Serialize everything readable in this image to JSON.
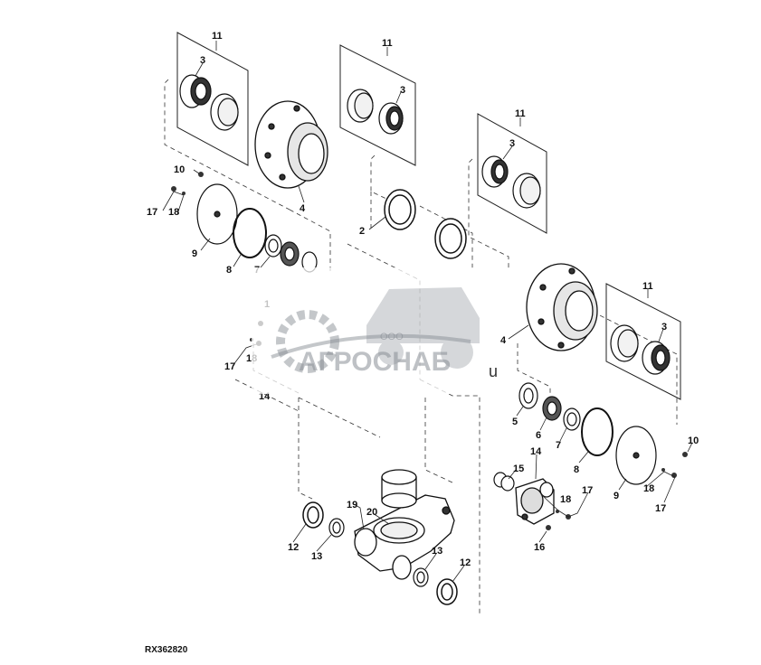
{
  "diagram": {
    "figure_ref": "RX362820",
    "callout_labels": [
      "1",
      "2",
      "3",
      "4",
      "5",
      "6",
      "7",
      "8",
      "9",
      "10",
      "11",
      "12",
      "13",
      "14",
      "15",
      "16",
      "17",
      "18",
      "19",
      "20"
    ]
  },
  "watermark": {
    "company_prefix": "ООО",
    "company_name": "АГРОСНАБ",
    "suffix": "u"
  },
  "colors": {
    "line": "#222222",
    "watermark": "#8a8f96"
  }
}
